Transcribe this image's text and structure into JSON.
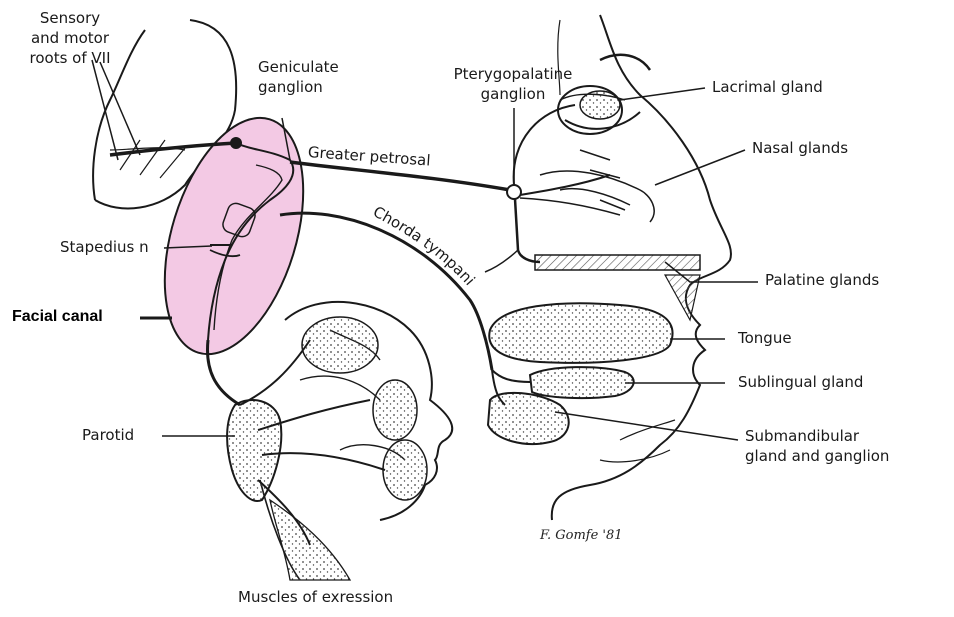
{
  "labels": {
    "sensory_motor_roots": [
      "Sensory",
      "and motor",
      "roots of VII"
    ],
    "geniculate_ganglion": [
      "Geniculate",
      "ganglion"
    ],
    "pterygopalatine_ganglion": [
      "Pterygopalatine",
      "ganglion"
    ],
    "lacrimal_gland": "Lacrimal gland",
    "nasal_glands": "Nasal glands",
    "greater_petrosal": "Greater petrosal",
    "chorda_tympani": "Chorda tympani",
    "stapedius_n": "Stapedius n",
    "palatine_glands": "Palatine glands",
    "facial_canal": "Facial canal",
    "tongue": "Tongue",
    "sublingual_gland": "Sublingual gland",
    "parotid": "Parotid",
    "submandibular": [
      "Submandibular",
      "gland and ganglion"
    ],
    "muscles_of_expression": "Muscles of exression"
  },
  "signature": "F. Gomfe '81",
  "colors": {
    "highlight_fill": "#f3c9e4",
    "highlight_stroke": "#1a1a1a",
    "line": "#1a1a1a"
  }
}
